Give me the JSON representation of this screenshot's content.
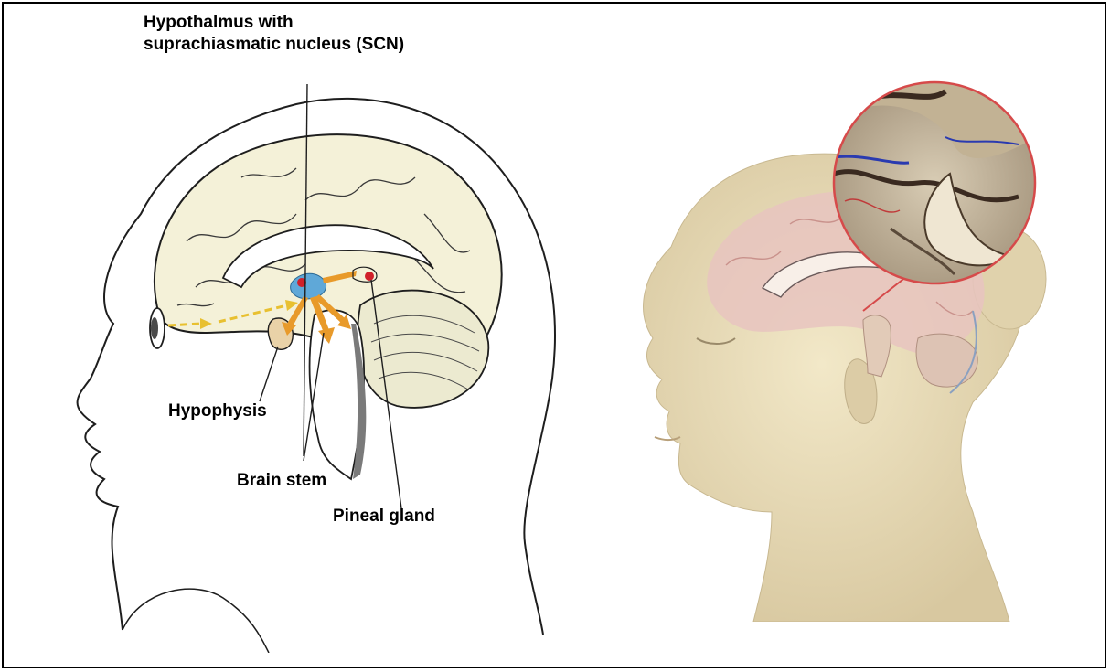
{
  "figure": {
    "left_panel": {
      "labels": {
        "hypothalamus_line1": "Hypothalmus with",
        "hypothalamus_line2": "suprachiasmatic nucleus (SCN)",
        "hypophysis": "Hypophysis",
        "brain_stem": "Brain stem",
        "pineal_gland": "Pineal gland"
      },
      "colors": {
        "brain_fill": "#f4f1d8",
        "outline": "#2a2a2a",
        "arrow": "#e89a2a",
        "scn_blue": "#5fa8d8",
        "marker_red": "#d0202a",
        "hypophysis_fill": "#e9d2a8"
      }
    },
    "right_panel": {
      "description_icons": [
        "head-profile-illustration",
        "magnified-brain-inset"
      ],
      "colors": {
        "skin": "#e8dcb8",
        "skin_shadow": "#cfc09a",
        "brain_pink": "#e7c4c0",
        "inset_ring": "#d64a4a"
      }
    }
  }
}
